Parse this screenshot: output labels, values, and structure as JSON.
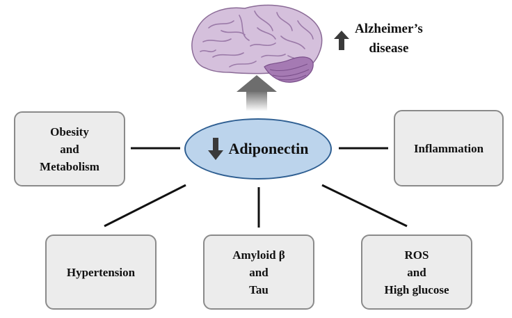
{
  "outcome": {
    "line1": "Alzheimer’s",
    "line2": "disease",
    "trend_icon": "up-arrow-icon"
  },
  "center": {
    "label": "Adiponectin",
    "trend_icon": "down-arrow-icon"
  },
  "factors": {
    "obesity": {
      "line1": "Obesity",
      "line2": "and",
      "line3": "Metabolism"
    },
    "inflammation": {
      "line1": "Inflammation"
    },
    "hypertension": {
      "line1": "Hypertension"
    },
    "amyloid": {
      "line1": "Amyloid β",
      "line2": "and",
      "line3": "Tau"
    },
    "ros": {
      "line1": "ROS",
      "line2": "and",
      "line3": "High glucose"
    }
  },
  "colors": {
    "ellipse_fill": "#bcd4ec",
    "ellipse_border": "#2f5f92",
    "box_fill": "#ececec",
    "box_border": "#8a8a8a",
    "brain": "#d5c0dc",
    "cerebellum": "#a57ab3",
    "arrow": "#3a3a3a"
  },
  "icons": [
    "brain-icon",
    "up-arrow-icon",
    "down-arrow-icon",
    "gradient-arrow-icon"
  ]
}
